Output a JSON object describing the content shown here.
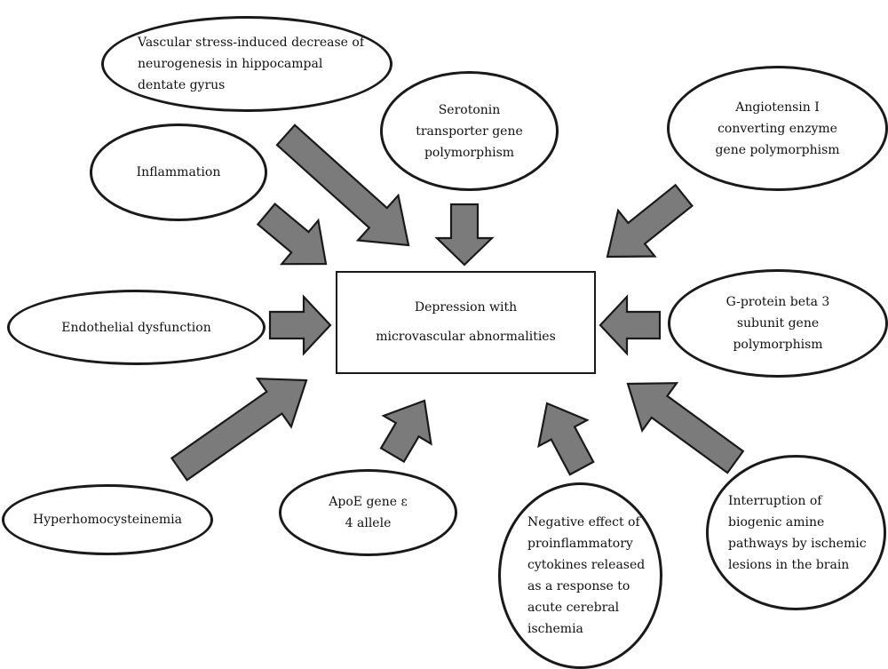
{
  "center": {
    "label": "Depression with microvascular abnormalities"
  },
  "factors": [
    {
      "id": "vascular-stress",
      "label": "Vascular stress-induced decrease of neurogenesis in hippocampal dentate gyrus"
    },
    {
      "id": "serotonin",
      "label": "Serotonin transporter gene polymorphism"
    },
    {
      "id": "angiotensin",
      "label": "Angiotensin I converting enzyme gene polymorphism"
    },
    {
      "id": "inflammation",
      "label": "Inflammation"
    },
    {
      "id": "endothelial",
      "label": "Endothelial dysfunction"
    },
    {
      "id": "g-protein",
      "label": "G-protein beta 3 subunit gene polymorphism"
    },
    {
      "id": "hyperhomocysteinemia",
      "label": "Hyperhomocysteinemia"
    },
    {
      "id": "apoe",
      "label": "ApoE gene ε 4 allele"
    },
    {
      "id": "cytokines",
      "label": "Negative effect of proinflammatory cytokines released as a response to acute cerebral ischemia"
    },
    {
      "id": "biogenic-amine",
      "label": "Interruption of biogenic amine pathways by ischemic lesions in the brain"
    }
  ],
  "colors": {
    "arrow_fill": "#7b7b7b",
    "outline": "#1a1a1a",
    "background": "#ffffff"
  }
}
